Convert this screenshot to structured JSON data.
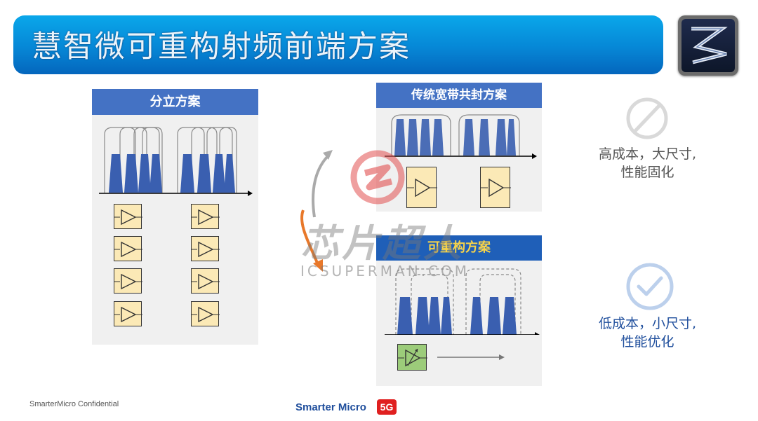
{
  "header": {
    "title": "慧智微可重构射频前端方案"
  },
  "panels": {
    "discrete": {
      "title": "分立方案"
    },
    "traditional": {
      "title": "传统宽带共封方案"
    },
    "reconfigurable": {
      "title": "可重构方案"
    }
  },
  "status": {
    "bad": {
      "line1": "高成本，大尺寸,",
      "line2": "性能固化",
      "color": "#555555",
      "icon": "prohibited-icon"
    },
    "good": {
      "line1": "低成本，小尺寸,",
      "line2": "性能优化",
      "color": "#1f4e9c",
      "icon": "check-circle-icon"
    }
  },
  "watermark": {
    "text": "芯片超人",
    "sub": "ICSUPERMAN.COM"
  },
  "footer": {
    "confidential": "SmarterMicro Confidential",
    "brand": "Smarter Micro",
    "badge": "5G"
  },
  "colors": {
    "accent": "#4472c4",
    "title_bar": "#0687d6",
    "amp_fill": "#fbe9b6",
    "amp_green": "#9ccc7a"
  }
}
